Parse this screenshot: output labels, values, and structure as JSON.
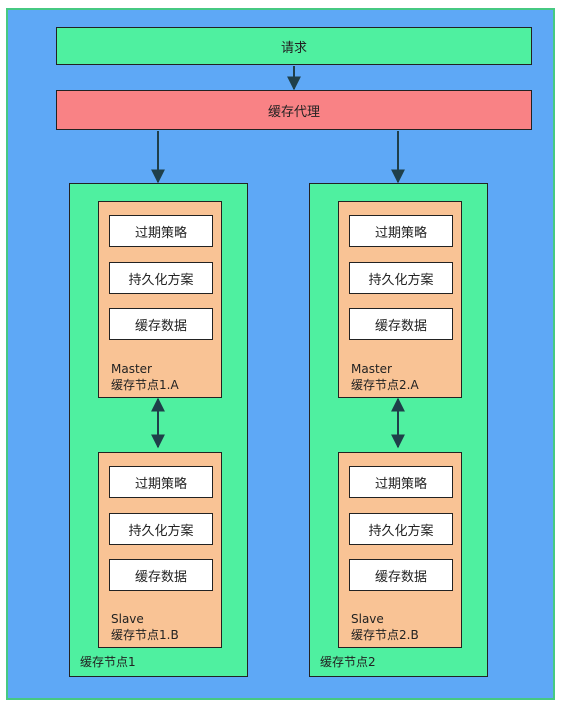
{
  "request": {
    "label": "请求"
  },
  "proxy": {
    "label": "缓存代理"
  },
  "groups": [
    {
      "label": "缓存节点1",
      "master": {
        "items": [
          "过期策略",
          "持久化方案",
          "缓存数据"
        ],
        "role": "Master",
        "name": "缓存节点1.A"
      },
      "slave": {
        "items": [
          "过期策略",
          "持久化方案",
          "缓存数据"
        ],
        "role": "Slave",
        "name": "缓存节点1.B"
      }
    },
    {
      "label": "缓存节点2",
      "master": {
        "items": [
          "过期策略",
          "持久化方案",
          "缓存数据"
        ],
        "role": "Master",
        "name": "缓存节点2.A"
      },
      "slave": {
        "items": [
          "过期策略",
          "持久化方案",
          "缓存数据"
        ],
        "role": "Slave",
        "name": "缓存节点2.B"
      }
    }
  ],
  "colors": {
    "background": "#5ea8f6",
    "request": "#4ff0a0",
    "proxy": "#f98285",
    "group": "#4ff0a0",
    "node": "#f9c395",
    "item": "#ffffff",
    "arrow": "#1f3f4a"
  }
}
